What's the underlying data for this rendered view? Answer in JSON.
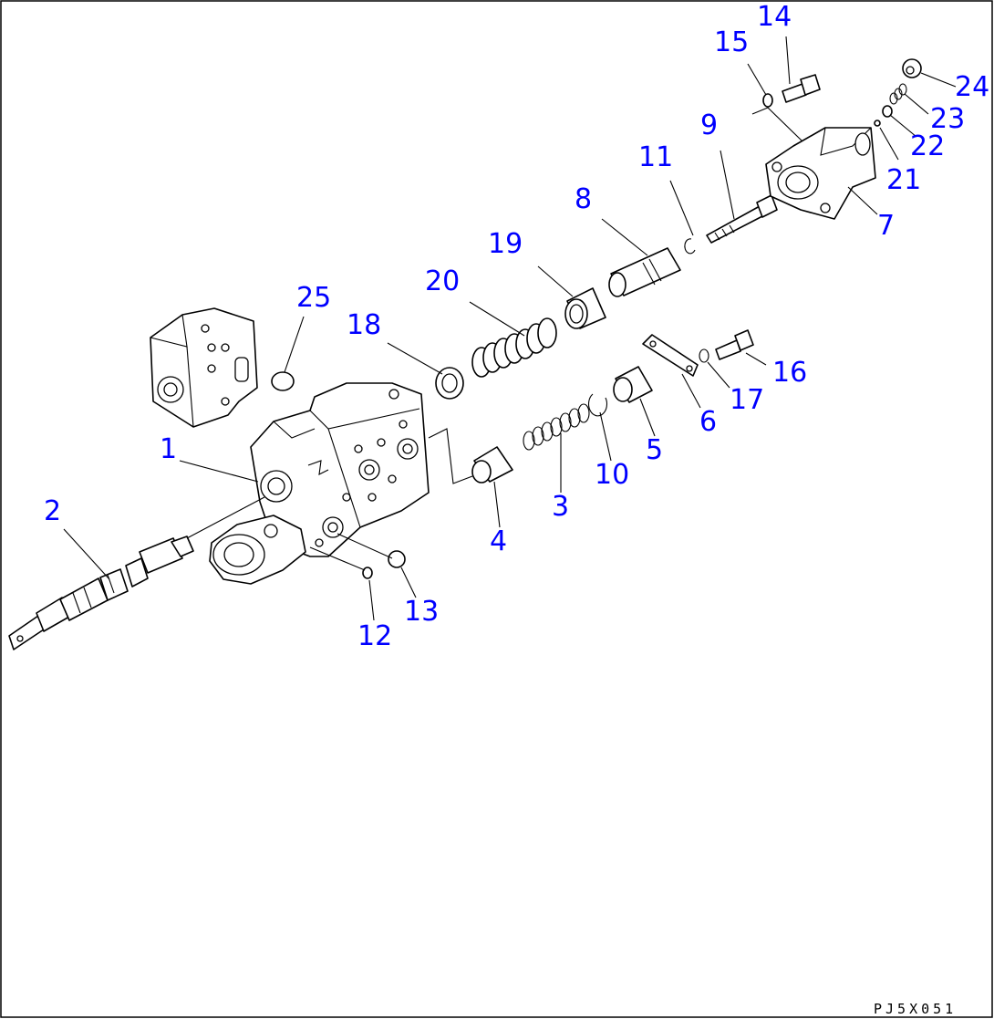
{
  "diagram": {
    "drawing_code": "PJ5X051",
    "callout_color": "#0000ff",
    "line_color": "#000000",
    "background": "#ffffff",
    "callouts": [
      "1",
      "2",
      "3",
      "4",
      "5",
      "6",
      "7",
      "8",
      "9",
      "10",
      "11",
      "12",
      "13",
      "14",
      "15",
      "16",
      "17",
      "18",
      "19",
      "20",
      "21",
      "22",
      "23",
      "24",
      "25"
    ]
  }
}
